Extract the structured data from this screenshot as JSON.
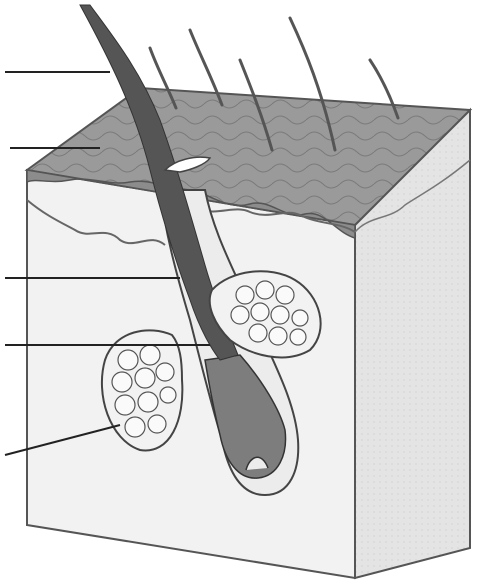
{
  "diagram": {
    "subject": "skin-block-with-hair-follicle",
    "label_lines": [
      {
        "id": "line-1",
        "label": ""
      },
      {
        "id": "line-2",
        "label": ""
      },
      {
        "id": "line-3",
        "label": ""
      },
      {
        "id": "line-4",
        "label": ""
      },
      {
        "id": "line-5",
        "label": ""
      }
    ],
    "colors": {
      "skin_top": "#8f8f8f",
      "skin_front": "#f1f1f1",
      "skin_side": "#e3e3e3",
      "gland": "#f3f3f3",
      "hair": "#5a5a5a",
      "outline": "#333333"
    }
  }
}
